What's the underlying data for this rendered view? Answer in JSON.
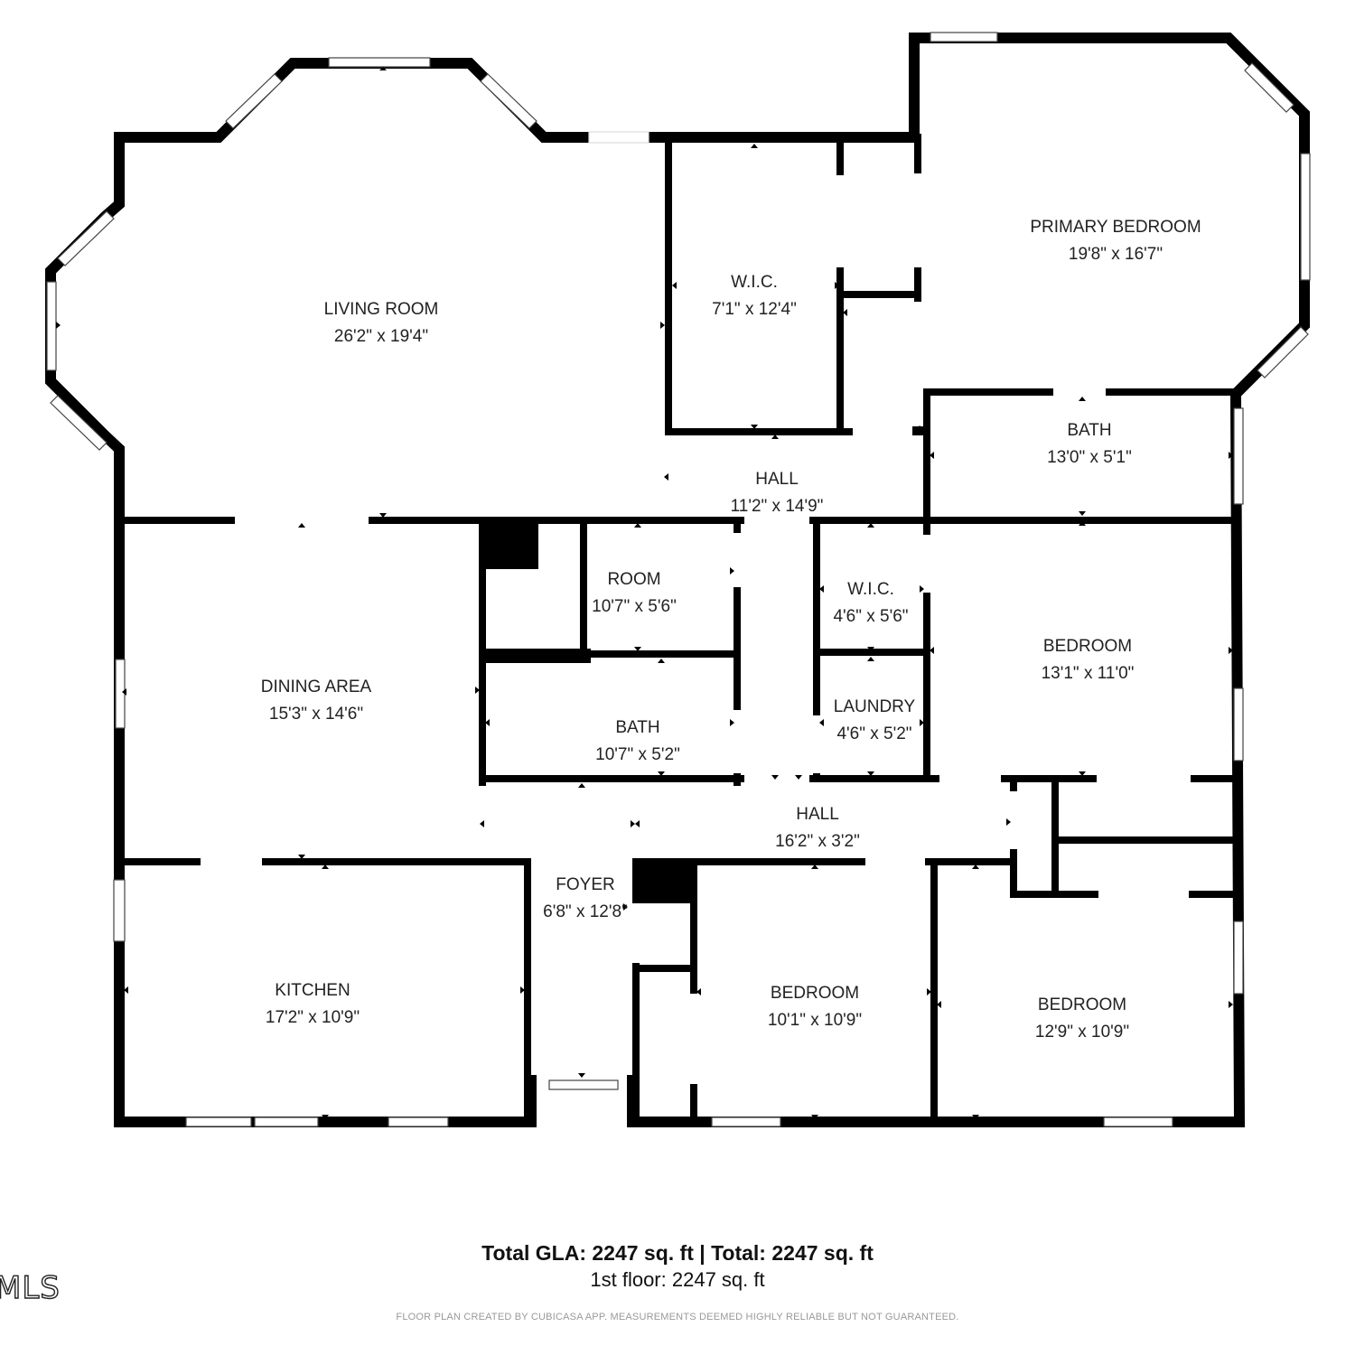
{
  "rooms": {
    "living_room": {
      "name": "LIVING ROOM",
      "dim": "26'2\" x 19'4\""
    },
    "wic_1": {
      "name": "W.I.C.",
      "dim": "7'1\" x 12'4\""
    },
    "primary_bedroom": {
      "name": "PRIMARY BEDROOM",
      "dim": "19'8\" x 16'7\""
    },
    "bath_1": {
      "name": "BATH",
      "dim": "13'0\" x 5'1\""
    },
    "hall_1": {
      "name": "HALL",
      "dim": "11'2\" x 14'9\""
    },
    "room": {
      "name": "ROOM",
      "dim": "10'7\" x 5'6\""
    },
    "wic_2": {
      "name": "W.I.C.",
      "dim": "4'6\" x 5'6\""
    },
    "bedroom_1": {
      "name": "BEDROOM",
      "dim": "13'1\" x 11'0\""
    },
    "dining_area": {
      "name": "DINING AREA",
      "dim": "15'3\" x 14'6\""
    },
    "bath_2": {
      "name": "BATH",
      "dim": "10'7\" x 5'2\""
    },
    "laundry": {
      "name": "LAUNDRY",
      "dim": "4'6\" x 5'2\""
    },
    "hall_2": {
      "name": "HALL",
      "dim": "16'2\" x 3'2\""
    },
    "foyer": {
      "name": "FOYER",
      "dim": "6'8\" x 12'8\""
    },
    "kitchen": {
      "name": "KITCHEN",
      "dim": "17'2\" x 10'9\""
    },
    "bedroom_2": {
      "name": "BEDROOM",
      "dim": "10'1\" x 10'9\""
    },
    "bedroom_3": {
      "name": "BEDROOM",
      "dim": "12'9\" x 10'9\""
    }
  },
  "footer": {
    "total": "Total GLA: 2247 sq. ft | Total: 2247 sq. ft",
    "floor": "1st floor: 2247 sq. ft",
    "disclaimer": "FLOOR PLAN CREATED BY CUBICASA APP. MEASUREMENTS DEEMED HIGHLY RELIABLE BUT NOT GUARANTEED."
  },
  "watermark": "MLS"
}
